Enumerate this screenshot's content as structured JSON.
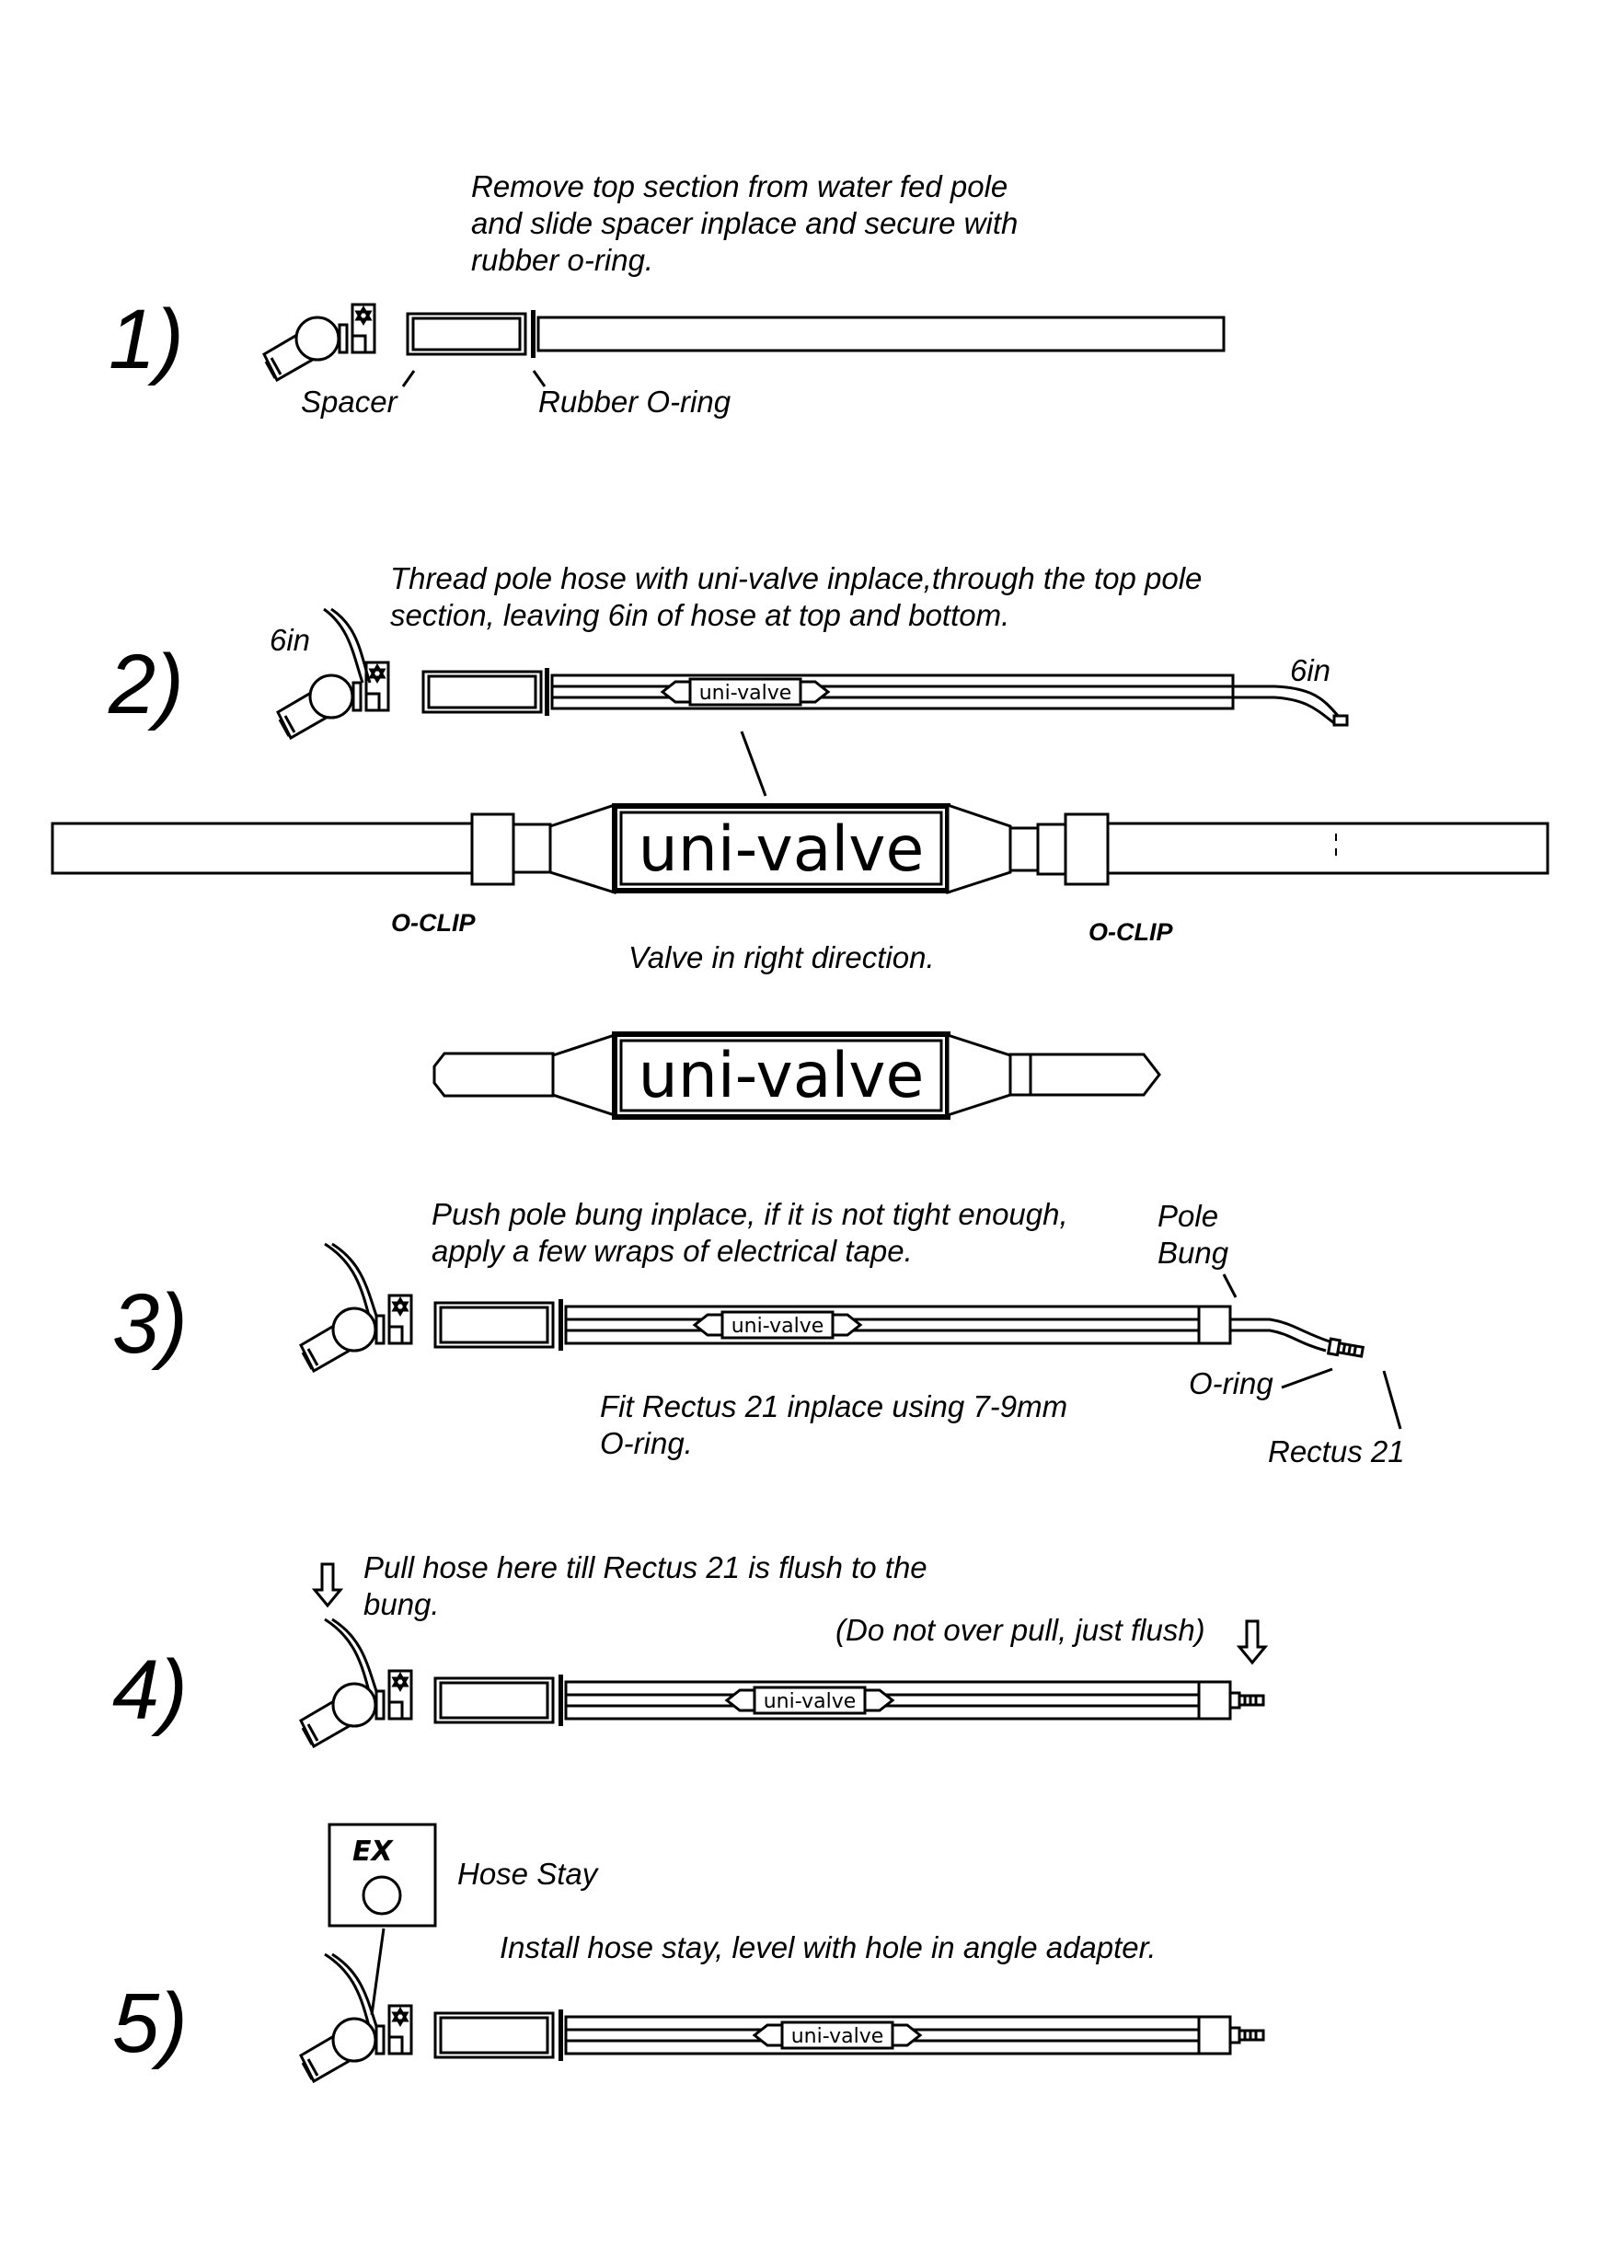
{
  "steps": [
    {
      "number": "1)",
      "instruction": [
        "Remove top section from water fed pole",
        "and slide spacer inplace and secure with",
        "rubber o-ring."
      ],
      "labels": {
        "spacer": "Spacer",
        "rubber_oring": "Rubber O-ring"
      }
    },
    {
      "number": "2)",
      "instruction": [
        "Thread pole hose with uni-valve inplace,through the top pole",
        "section, leaving 6in of hose at top and bottom."
      ],
      "labels": {
        "six_in_top": "6in",
        "six_in_bottom": "6in",
        "valve": "uni-valve"
      },
      "detail": {
        "valve": "uni-valve",
        "oclip_left": "O-CLIP",
        "oclip_right": "O-CLIP",
        "direction_note": "Valve in right direction.",
        "valve_alone": "uni-valve"
      }
    },
    {
      "number": "3)",
      "instruction": [
        "Push pole bung inplace, if it is not tight enough,",
        "apply a few wraps of electrical tape."
      ],
      "labels": {
        "pole_bung": [
          "Pole",
          "Bung"
        ],
        "valve": "uni-valve",
        "oring": "O-ring",
        "rectus": "Rectus 21",
        "fit_note": [
          "Fit Rectus 21 inplace using 7-9mm",
          "O-ring."
        ]
      }
    },
    {
      "number": "4)",
      "instruction": [
        "Pull hose here till Rectus 21 is flush to the",
        "bung."
      ],
      "labels": {
        "do_not": "(Do not over pull, just flush)",
        "valve": "uni-valve"
      }
    },
    {
      "number": "5)",
      "instruction": [
        "Install hose stay, level with hole in angle adapter."
      ],
      "labels": {
        "hose_stay": "Hose Stay",
        "ex_logo": "EX",
        "valve": "uni-valve"
      }
    }
  ]
}
